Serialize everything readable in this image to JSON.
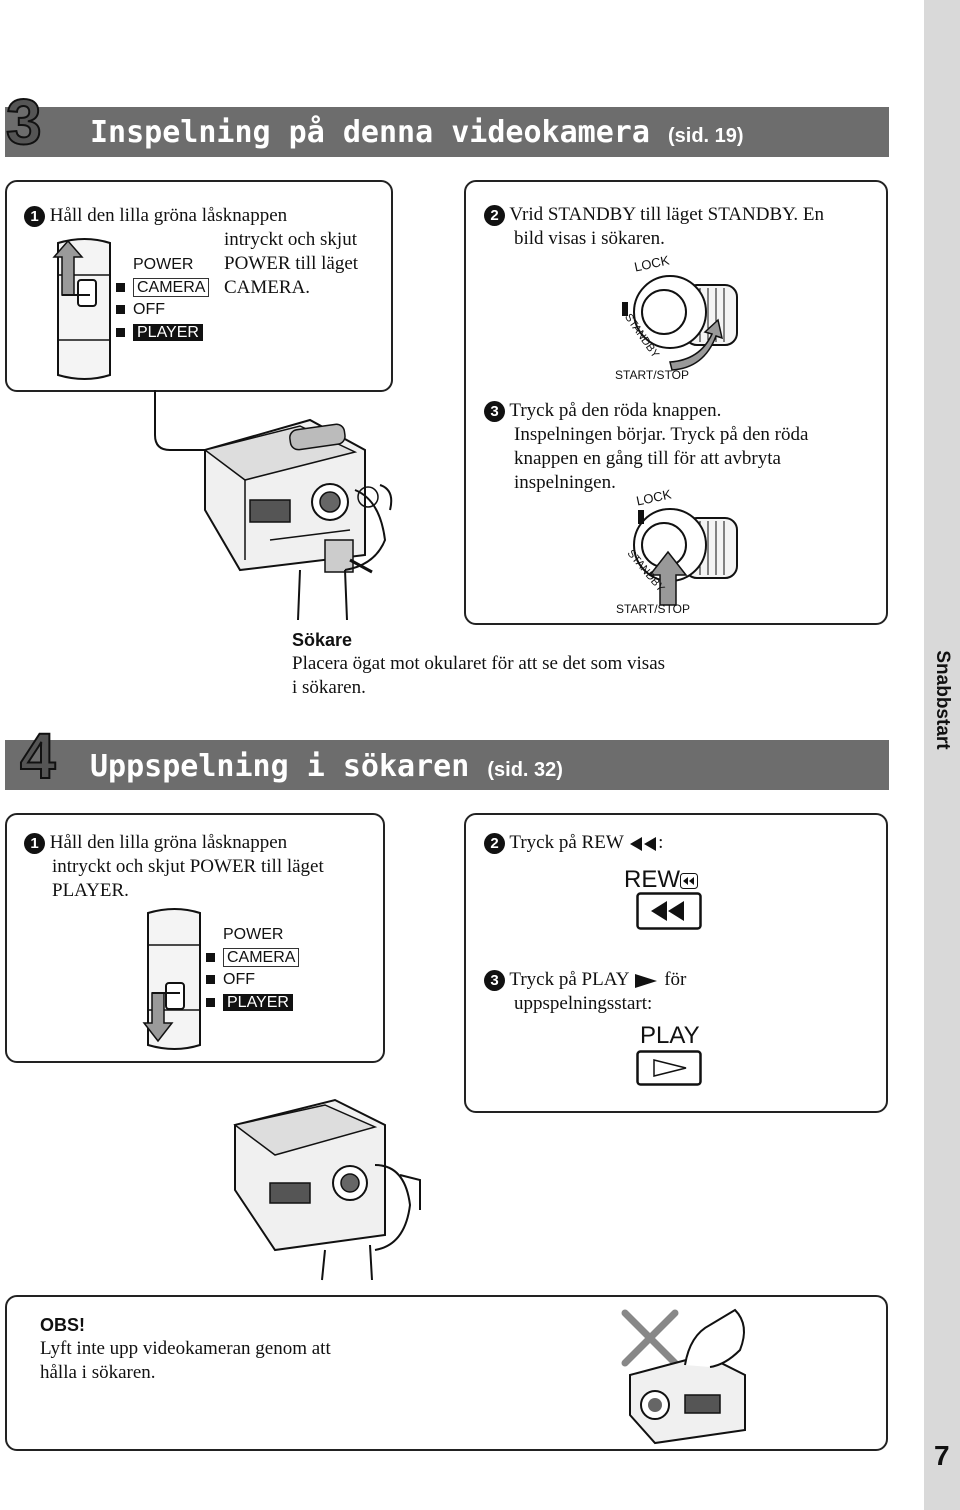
{
  "page_number": "7",
  "side_tab": "Snabbstart",
  "section3": {
    "number": "3",
    "title": "Inspelning på denna videokamera",
    "ref": "(sid. 19)",
    "step1": {
      "num": "1",
      "line1": "Håll den lilla gröna låsknappen",
      "line2": "intryckt och skjut",
      "line3": "POWER till läget",
      "line4": "CAMERA."
    },
    "step2": {
      "num": "2",
      "line1": "Vrid STANDBY till läget STANDBY. En",
      "line2": "bild visas i sökaren."
    },
    "step3": {
      "num": "3",
      "line1": "Tryck på den röda knappen.",
      "line2": "Inspelningen börjar. Tryck på den röda",
      "line3": "knappen en gång till för att avbryta",
      "line4": "inspelningen."
    },
    "switch": {
      "power": "POWER",
      "camera": "CAMERA",
      "off": "OFF",
      "player": "PLAYER"
    },
    "dial": {
      "lock": "LOCK",
      "standby": "STANDBY",
      "startstop": "START/STOP"
    },
    "viewfinder": {
      "title": "Sökare",
      "line1": "Placera ögat mot okularet för att se det som visas",
      "line2": "i sökaren."
    }
  },
  "section4": {
    "number": "4",
    "title": "Uppspelning i sökaren",
    "ref": "(sid. 32)",
    "step1": {
      "num": "1",
      "line1": "Håll den lilla gröna låsknappen",
      "line2": "intryckt och skjut POWER till läget",
      "line3": "PLAYER."
    },
    "step2": {
      "num": "2",
      "text": "Tryck på REW",
      "colon": ":",
      "button_label": "REW"
    },
    "step3": {
      "num": "3",
      "text": "Tryck på PLAY",
      "after": "för",
      "line2": "uppspelningsstart:",
      "button_label": "PLAY"
    },
    "switch": {
      "power": "POWER",
      "camera": "CAMERA",
      "off": "OFF",
      "player": "PLAYER"
    }
  },
  "note": {
    "title": "OBS!",
    "line1": "Lyft inte upp videokameran genom att",
    "line2": "hålla i sökaren."
  },
  "colors": {
    "bar": "#6d6d6d",
    "sidebar": "#d9d9d9",
    "ink": "#111111"
  }
}
